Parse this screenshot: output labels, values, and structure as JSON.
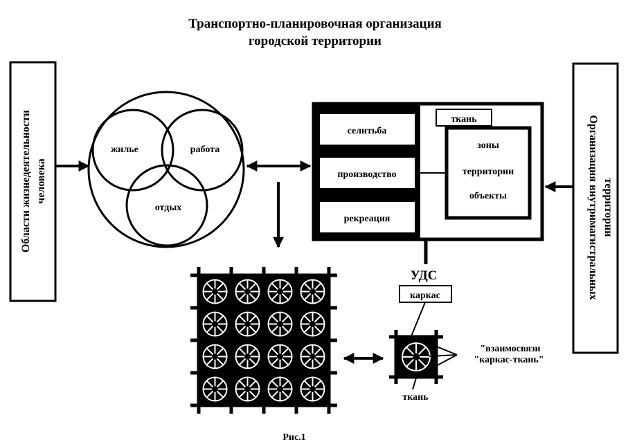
{
  "title": {
    "line1": "Транспортно-планировочная организация",
    "line2": "городской территории"
  },
  "left_box": {
    "line1": "Области жизнедеятельности",
    "line2": "человека"
  },
  "right_box": {
    "line1": "Организация внутримагистральных",
    "line2": "территории"
  },
  "venn": {
    "living": "жилье",
    "work": "работа",
    "rest": "отдых"
  },
  "zones": {
    "residential": "селитьба",
    "production": "производство",
    "recreation": "рекреация",
    "fabric_tag": "ткань",
    "inner_line1": "зоны",
    "inner_line2": "территории",
    "inner_line3": "объекты"
  },
  "network": {
    "uds": "УДС",
    "frame": "каркас",
    "fabric": "ткань",
    "relation_line1": "\"взаимосвязи",
    "relation_line2": "\"каркас-ткань\""
  },
  "caption": "Рис.1"
}
